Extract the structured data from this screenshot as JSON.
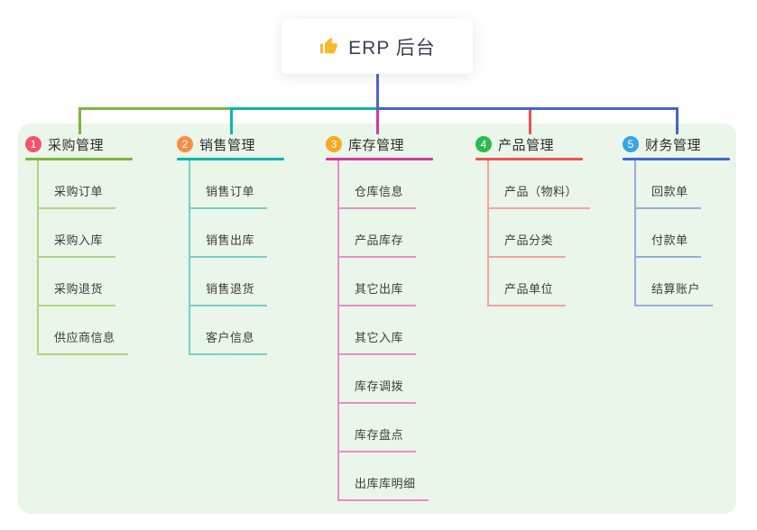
{
  "root": {
    "title": "ERP 后台",
    "icon": "thumbs-up-icon",
    "icon_color": "#f7b92c"
  },
  "connector_colors": {
    "trunk": "#5263c7"
  },
  "branches": [
    {
      "index": "1",
      "label": "采购管理",
      "color": "#7cb63f",
      "light": "#aed581",
      "badge": "#f4516c",
      "children": [
        "采购订单",
        "采购入库",
        "采购退货",
        "供应商信息"
      ]
    },
    {
      "index": "2",
      "label": "销售管理",
      "color": "#10b5a9",
      "light": "#76d0c8",
      "badge": "#fb8c44",
      "children": [
        "销售订单",
        "销售出库",
        "销售退货",
        "客户信息"
      ]
    },
    {
      "index": "3",
      "label": "库存管理",
      "color": "#d13b9e",
      "light": "#ea8cc8",
      "badge": "#f9a822",
      "children": [
        "仓库信息",
        "产品库存",
        "其它出库",
        "其它入库",
        "库存调拨",
        "库存盘点",
        "出库库明细"
      ]
    },
    {
      "index": "4",
      "label": "产品管理",
      "color": "#f0534f",
      "light": "#f5a3a0",
      "badge": "#2eb94e",
      "children": [
        "产品（物料）",
        "产品分类",
        "产品单位"
      ]
    },
    {
      "index": "5",
      "label": "财务管理",
      "color": "#4068c9",
      "light": "#96aedd",
      "badge": "#38a4e2",
      "children": [
        "回款单",
        "付款单",
        "结算账户"
      ]
    }
  ]
}
